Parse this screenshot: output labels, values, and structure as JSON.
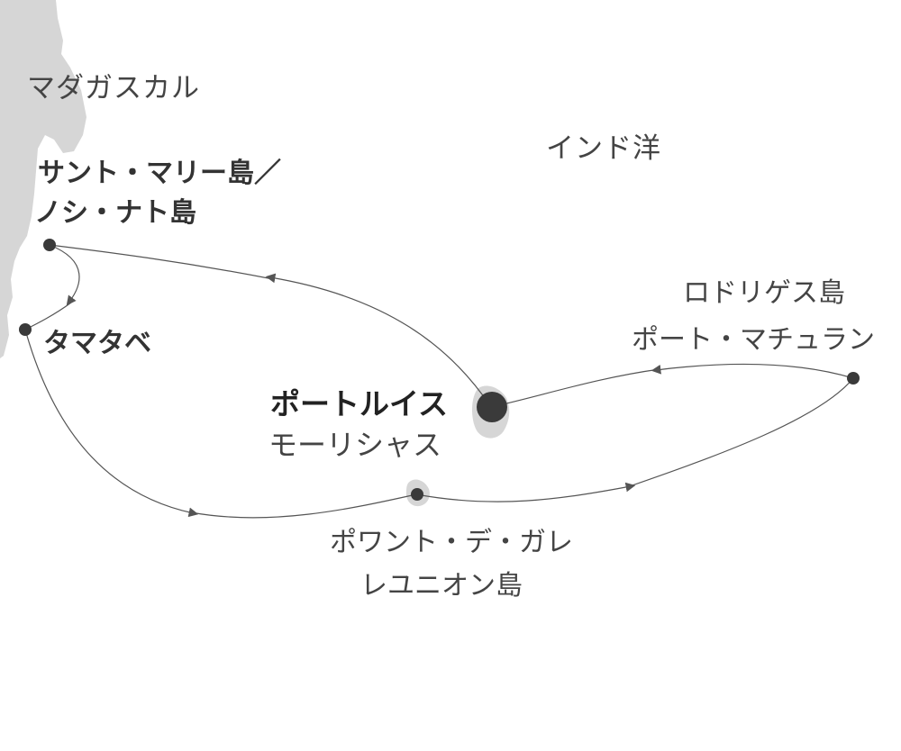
{
  "map": {
    "regions": {
      "madagascar": "マダガスカル",
      "ocean": "インド洋"
    },
    "ports": {
      "sainte_marie": {
        "line1": "サント・マリー島／",
        "line2": "ノシ・ナト島"
      },
      "tamatave": {
        "name": "タマタベ"
      },
      "port_louis": {
        "name": "ポートルイス",
        "country": "モーリシャス"
      },
      "rodrigues": {
        "island": "ロドリゲス島",
        "name": "ポート・マチュラン"
      },
      "pointe_des_galets": {
        "name": "ポワント・デ・ガレ",
        "island": "レユニオン島"
      }
    },
    "colors": {
      "land": "#d6d6d6",
      "route": "#555555",
      "marker": "#3a3a3a",
      "text": "#333333"
    },
    "icons": [
      "port-marker-icon",
      "home-port-marker-icon",
      "route-arrow-icon"
    ]
  }
}
